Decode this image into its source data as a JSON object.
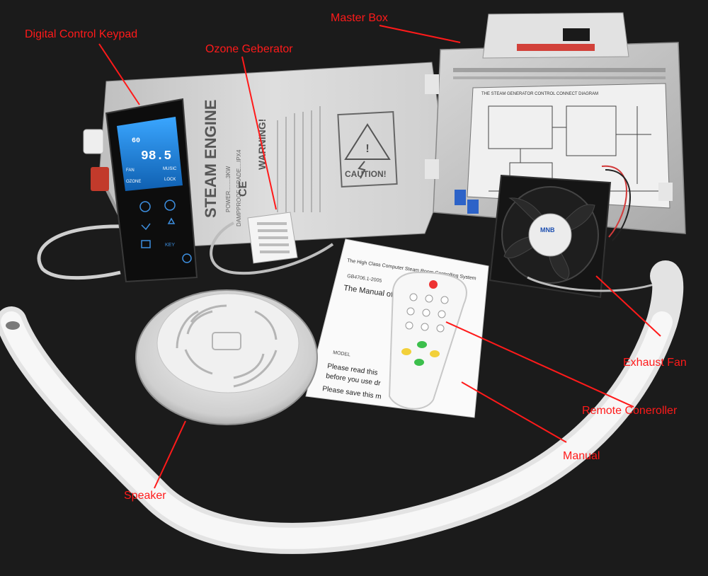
{
  "colors": {
    "background": "#1b1b1b",
    "callout": "#ff1a1a",
    "box_grey": "#c9c9c9",
    "keypad_screen": "#1f8fe6",
    "pipe_white": "#f2f2f2"
  },
  "labels": {
    "digital_control_keypad": "Digital Control Keypad",
    "ozone_generator": "Ozone Geberator",
    "master_box": "Master Box",
    "exhaust_fan": "Exhaust Fan",
    "remote_controller": "Remote Coneroller",
    "manual": "Manual",
    "speaker": "Speaker"
  },
  "generator": {
    "title": "STEAM ENGINE",
    "power": "POWER........3KW",
    "grade": "DAMPPROOF GRADE....IPX4",
    "warning": "WARNING!",
    "caution": "CAUTION!"
  },
  "keypad": {
    "temp_left": "60",
    "temp_main": "98.5",
    "btn_fan": "FAN",
    "btn_ozone": "OZONE",
    "btn_lock": "LOCK",
    "btn_music": "MUSIC",
    "btn_key": "KEY"
  },
  "master_box": {
    "panel_title": "THE STEAM GENERATOR CONTROL CONNECT DIAGRAM"
  },
  "fan": {
    "brand": "MNB"
  },
  "manual": {
    "title": "The High Class Computer Steam Room Controlling System",
    "subtitle": "The Manual of Ins",
    "line1": "Please read this",
    "line2": "before you use dr",
    "line3": "Please save this m",
    "model": "MODEL",
    "std": "GB4706.1-2005"
  }
}
